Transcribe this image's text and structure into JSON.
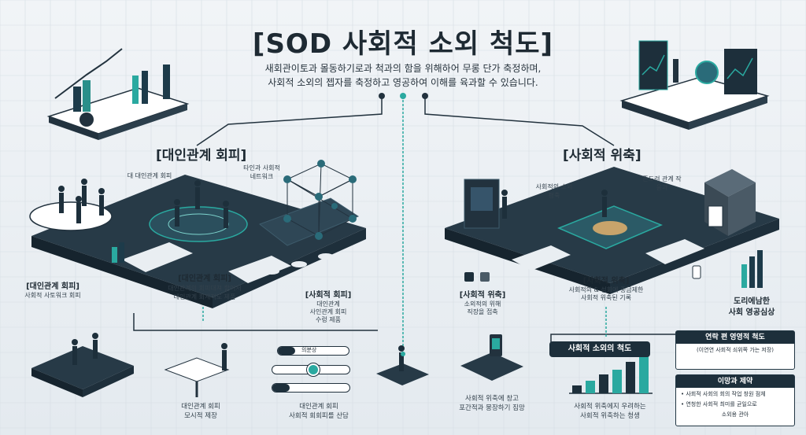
{
  "title": "[SOD 사회적 소외 척도]",
  "subtitle_line1": "새회관이토과 몰동하기로과 척과의 함을 위해하어 무롱 단가 축정하며,",
  "subtitle_line2": "사회적 소외의 젭자를 축정하고 영공하여 이해를 육과할 수 있습니다.",
  "left_heading": "[대인관계 회피]",
  "right_heading": "[사회적 위축]",
  "left": {
    "bubble_text": "대 대인관계 회피",
    "network_text": "타인과 사회적 네트워크",
    "card_left": {
      "title": "[대인관계 회피]",
      "desc": "사회적 사토워크 회피"
    },
    "card_center": {
      "title": "[대인관계 회피]",
      "desc1": "대인관계의 회피대져 할어저",
      "desc2": "대인관계 회계적도 제품"
    },
    "card_right": {
      "title": "[사회적 회피]",
      "desc1": "대인관계",
      "desc2": "사인관계 회피",
      "desc3": "수렁 제품"
    },
    "bottom_left": {
      "line1": "대인관계 회피",
      "line2": "모시적 제장"
    },
    "bottom_right": {
      "line1": "대인관계 회피",
      "line2": "사회적 회회피를 산담"
    },
    "slider_label": "의분상"
  },
  "right": {
    "bubble_text": "사회적의 소외 평축",
    "relation_text": "존도려 관계 작응과",
    "card_left": {
      "title": "[사회적 위축]",
      "desc1": "소외적의 위해",
      "desc2": "직장을 접축"
    },
    "card_center": {
      "title": "[사회적 위축]",
      "desc1": "사회적의 & 성회에 종금제한",
      "desc2": "사회적 위축된 기록"
    },
    "side_text": {
      "line1": "도리에남한",
      "line2": "사회 영공심상"
    },
    "bottom_left": {
      "line1": "사회적 위축에 창고",
      "line2": "포간적과 뭉장하기 짐망"
    },
    "bottom_right": {
      "line1": "사회적 위축에지 우려하는",
      "line2": "사회적 위축하는 청생"
    },
    "scale_pill": "사회적 소외의 척도",
    "box_impact": {
      "title": "연락 편 영영적 척도",
      "desc": "(이연연 사회적 쇠위쪽 가는 저장)"
    },
    "box_limits": {
      "title": "이망과 제약",
      "desc1": "• 사회적 사회의 회의 작업 창원 점체",
      "desc2": "• 연청한 사회적 최미를 균일으로",
      "desc3": "소외용 관아"
    },
    "bars": [
      10,
      16,
      24,
      30,
      40,
      50
    ]
  },
  "colors": {
    "dark": "#1d2f3b",
    "teal": "#2aa9a0",
    "platform": "#22323e"
  }
}
